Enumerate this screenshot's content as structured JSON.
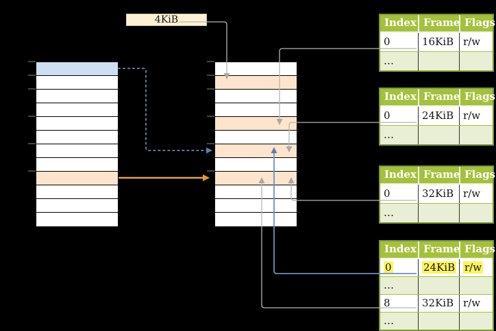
{
  "colors": {
    "background": "#000000",
    "cream": "#fdf1d3",
    "blue_row": "#cfdff2",
    "peach": "#fde5cd",
    "table_header_green": "#a4c13c",
    "table_border_green": "#7d9733",
    "table_row_shaded": "#e9efd4",
    "highlight_yellow": "#fcf45c",
    "arrow_gray": "#b5b5b5",
    "arrow_blue": "#6d8fc0",
    "arrow_dashed_blue": "#7d9ccd",
    "arrow_orange": "#e8a33c",
    "tick_gray": "#8a8a8a"
  },
  "page_size_label": {
    "text": "4KiB"
  },
  "memory_columns": [
    {
      "name": "virtual-memory-column",
      "row_count": 12,
      "row_colors": {
        "0": "blue_row",
        "8": "peach"
      }
    },
    {
      "name": "physical-memory-column",
      "row_count": 12,
      "row_colors": {
        "1": "peach",
        "4": "peach",
        "6": "peach",
        "8": "peach"
      }
    }
  ],
  "frame_tables": {
    "headers": [
      "Index",
      "Frame",
      "Flags"
    ],
    "tables": [
      {
        "rows": [
          {
            "cells": [
              "0",
              "16KiB",
              "r/w"
            ]
          },
          {
            "cells": [
              "…",
              "",
              ""
            ],
            "shaded": true
          }
        ]
      },
      {
        "rows": [
          {
            "cells": [
              "0",
              "24KiB",
              "r/w"
            ]
          },
          {
            "cells": [
              "…",
              "",
              ""
            ],
            "shaded": true
          }
        ]
      },
      {
        "rows": [
          {
            "cells": [
              "0",
              "32KiB",
              "r/w"
            ]
          },
          {
            "cells": [
              "…",
              "",
              ""
            ],
            "shaded": true
          }
        ]
      },
      {
        "rows": [
          {
            "cells": [
              "0",
              "24KiB",
              "r/w"
            ],
            "highlighted": true
          },
          {
            "cells": [
              "…",
              "",
              ""
            ],
            "shaded": true
          },
          {
            "cells": [
              "8",
              "32KiB",
              "r/w"
            ]
          },
          {
            "cells": [
              "…",
              "",
              ""
            ],
            "shaded": true
          }
        ]
      }
    ]
  },
  "connectors": [
    {
      "name": "arrow-4kib-label-to-physical-frame-1",
      "color": "arrow_gray",
      "style": "solid"
    },
    {
      "name": "arrow-table1-entry0-to-frame-16kib",
      "color": "arrow_gray",
      "style": "solid"
    },
    {
      "name": "arrow-table2-entry0-to-frame-24kib",
      "color": "arrow_gray",
      "style": "solid"
    },
    {
      "name": "arrow-table3-entry0-to-frame-32kib",
      "color": "arrow_gray",
      "style": "solid"
    },
    {
      "name": "arrow-table4-entry0-to-frame-24kib",
      "color": "arrow_blue",
      "style": "solid"
    },
    {
      "name": "arrow-table4-entry8-to-frame-32kib",
      "color": "arrow_gray",
      "style": "solid"
    },
    {
      "name": "arrow-virtual-page0-to-physical-frame-6",
      "color": "arrow_dashed_blue",
      "style": "dashed"
    },
    {
      "name": "arrow-virtual-page8-to-physical-frame-8",
      "color": "arrow_orange",
      "style": "solid"
    }
  ]
}
